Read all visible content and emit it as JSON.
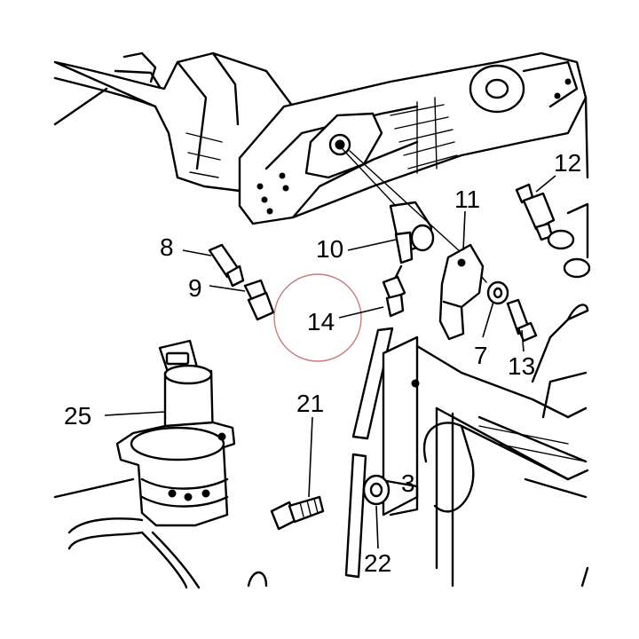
{
  "highlight_color": "#c97b7b",
  "part_labels": {
    "p25": "25",
    "p8": "8",
    "p9": "9",
    "p10": "10",
    "p11": "11",
    "p12": "12",
    "p14": "14",
    "p7": "7",
    "p13": "13",
    "p21": "21",
    "p22": "22",
    "p3": "3"
  }
}
